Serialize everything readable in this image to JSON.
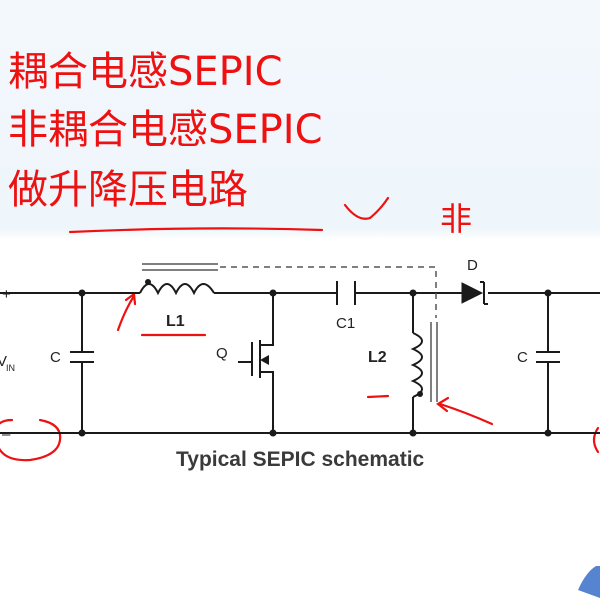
{
  "annotations": {
    "line1": "耦合电感SEPIC",
    "line2": "非耦合电感SEPIC",
    "line3": "做升降压电路",
    "handwritten_char": "非"
  },
  "schematic": {
    "caption": "Typical SEPIC schematic",
    "labels": {
      "l1": "L1",
      "l2": "L2",
      "c1": "C1",
      "c_in": "C",
      "c_out": "C",
      "q": "Q",
      "d": "D",
      "vin_v": "V",
      "vin_sub": "IN",
      "plus": "+",
      "minus": "–"
    }
  },
  "colors": {
    "annotation_red": "#ee1111",
    "circuit": "#1a1a1a",
    "coupling_line": "#555555"
  }
}
